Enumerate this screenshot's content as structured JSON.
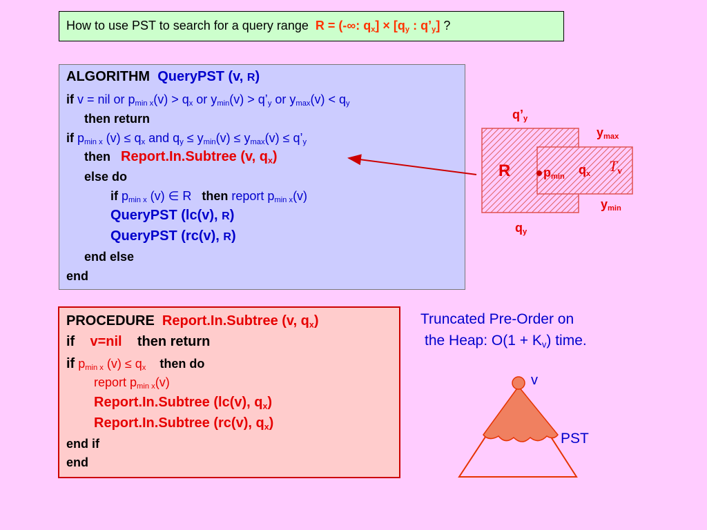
{
  "title": {
    "text": "How to use PST to search for a query range",
    "range_prefix": "R = (-∞: q",
    "range_sub1": "x",
    "range_mid": "] × [q",
    "range_sub2": "y",
    "range_mid2": " : q’",
    "range_sub3": "y",
    "range_end": "]",
    "question": " ?"
  },
  "algorithm": {
    "header_kw": "ALGORITHM",
    "header_name": "QueryPST (v, ",
    "header_R": "R",
    "header_close": ")",
    "l1_if": "if",
    "l1_a": "  v = nil  or  p",
    "l1_sub_minx": "min x",
    "l1_b": "(v) > q",
    "l1_sub_x": "x",
    "l1_c": " or y",
    "l1_sub_min": "min",
    "l1_d": "(v) > q’",
    "l1_sub_y": "y",
    "l1_e": "  or y",
    "l1_sub_max": "max",
    "l1_f": "(v) < q",
    "l1_sub_y2": "y",
    "l2_then": "then return",
    "l3_if": "if",
    "l3_a": "  p",
    "l3_sub_minx": "min x",
    "l3_b": " (v) ≤ q",
    "l3_sub_x": "x",
    "l3_c": " and  q",
    "l3_sub_y": "y",
    "l3_d": " ≤ y",
    "l3_sub_min": "min",
    "l3_e": "(v) ≤ y",
    "l3_sub_max": "max",
    "l3_f": "(v) ≤ q’",
    "l3_sub_y2": "y",
    "l4_then": "then",
    "l4_call": "Report.In.Subtree (v, q",
    "l4_sub": "x",
    "l4_close": ")",
    "l5_else": "else do",
    "l6_if": "if",
    "l6_a": "  p",
    "l6_sub": "min x",
    "l6_b": " (v)  ∈  R",
    "l6_then": "then",
    "l6_report": "  report p",
    "l6_sub2": "min x",
    "l6_c": "(v)",
    "l7_a": "QueryPST (lc(v), ",
    "l7_R": "R",
    "l7_close": ")",
    "l8_a": "QueryPST (rc(v), ",
    "l8_R": "R",
    "l8_close": ")",
    "l9": "end else",
    "l10": "end"
  },
  "procedure": {
    "header_kw": "PROCEDURE",
    "header_name": "Report.In.Subtree (v, q",
    "header_sub": "x",
    "header_close": ")",
    "l1_if": "if",
    "l1_cond": "v=nil",
    "l1_then": "then return",
    "l2_if": "if",
    "l2_a": " p",
    "l2_sub": "min x",
    "l2_b": " (v) ≤ q",
    "l2_sub2": "x",
    "l2_then": "then do",
    "l3_a": "report  p",
    "l3_sub": "min x",
    "l3_b": "(v)",
    "l4_a": "Report.In.Subtree (lc(v), q",
    "l4_sub": "x",
    "l4_close": ")",
    "l5_a": "Report.In.Subtree (rc(v), q",
    "l5_sub": "x",
    "l5_close": ")",
    "l6": "end if",
    "l7": "end"
  },
  "diagram": {
    "qpy": "q’",
    "qpy_sub": "y",
    "ymax": "y",
    "ymax_sub": "max",
    "R": "R",
    "pmin": "p",
    "pmin_sub": "min",
    "qx": "q",
    "qx_sub": "x",
    "tv": "T",
    "tv_sub": "v",
    "ymin": "y",
    "ymin_sub": "min",
    "qy": "q",
    "qy_sub": "y"
  },
  "note": {
    "line1": "Truncated Pre-Order on",
    "line2_a": "the Heap: O(1 + K",
    "line2_sub": "v",
    "line2_b": ") time."
  },
  "tree": {
    "v_label": "v",
    "pst_label": "PST"
  },
  "colors": {
    "background": "#ffccff",
    "title_bg": "#ccffcc",
    "algo_bg": "#ccccff",
    "proc_bg": "#ffcccc",
    "accent_red": "#e60000",
    "accent_blue": "#0000cc"
  }
}
